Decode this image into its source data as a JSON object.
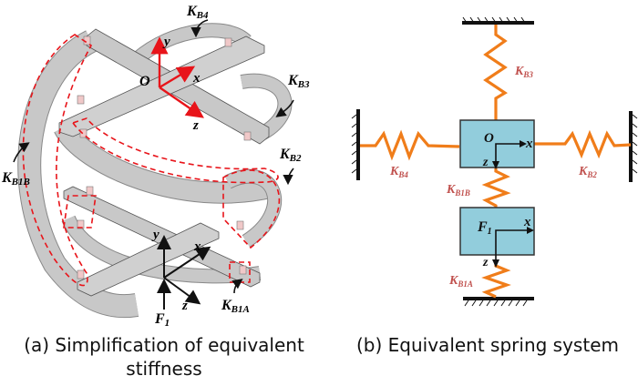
{
  "figure_a": {
    "caption_line1": "(a) Simplification of equivalent",
    "caption_line2": "stiffness",
    "labels": {
      "kb4": {
        "main": "K",
        "sub": "B4"
      },
      "kb3": {
        "main": "K",
        "sub": "B3"
      },
      "kb2": {
        "main": "K",
        "sub": "B2"
      },
      "kb1b": {
        "main": "K",
        "sub": "B1B"
      },
      "kb1a": {
        "main": "K",
        "sub": "B1A"
      },
      "origin": "O",
      "axis_x_top": "x",
      "axis_y_top": "y",
      "axis_z_top": "z",
      "axis_x_bottom": "x",
      "axis_y_bottom": "y",
      "axis_z_bottom": "z",
      "force": {
        "main": "F",
        "sub": "1"
      }
    },
    "colors": {
      "structure": "#c8c8c8",
      "axis_top": "#e8141a",
      "highlight": "#e8141a",
      "hinge": "#f0c8c8"
    }
  },
  "figure_b": {
    "caption": "(b) Equivalent spring system",
    "labels": {
      "kb3": {
        "main": "K",
        "sub": "B3"
      },
      "kb4": {
        "main": "K",
        "sub": "B4"
      },
      "kb2": {
        "main": "K",
        "sub": "B2"
      },
      "kb1b": {
        "main": "K",
        "sub": "B1B"
      },
      "kb1a": {
        "main": "K",
        "sub": "B1A"
      },
      "block_o": "O",
      "block_o_x": "x",
      "block_o_z": "z",
      "block_f": {
        "main": "F",
        "sub": "1"
      },
      "block_f_x": "x",
      "block_f_z": "z"
    },
    "colors": {
      "spring": "#f07d1a",
      "block": "#92cddc",
      "label": "#c0504d",
      "wall": "#111111"
    }
  }
}
